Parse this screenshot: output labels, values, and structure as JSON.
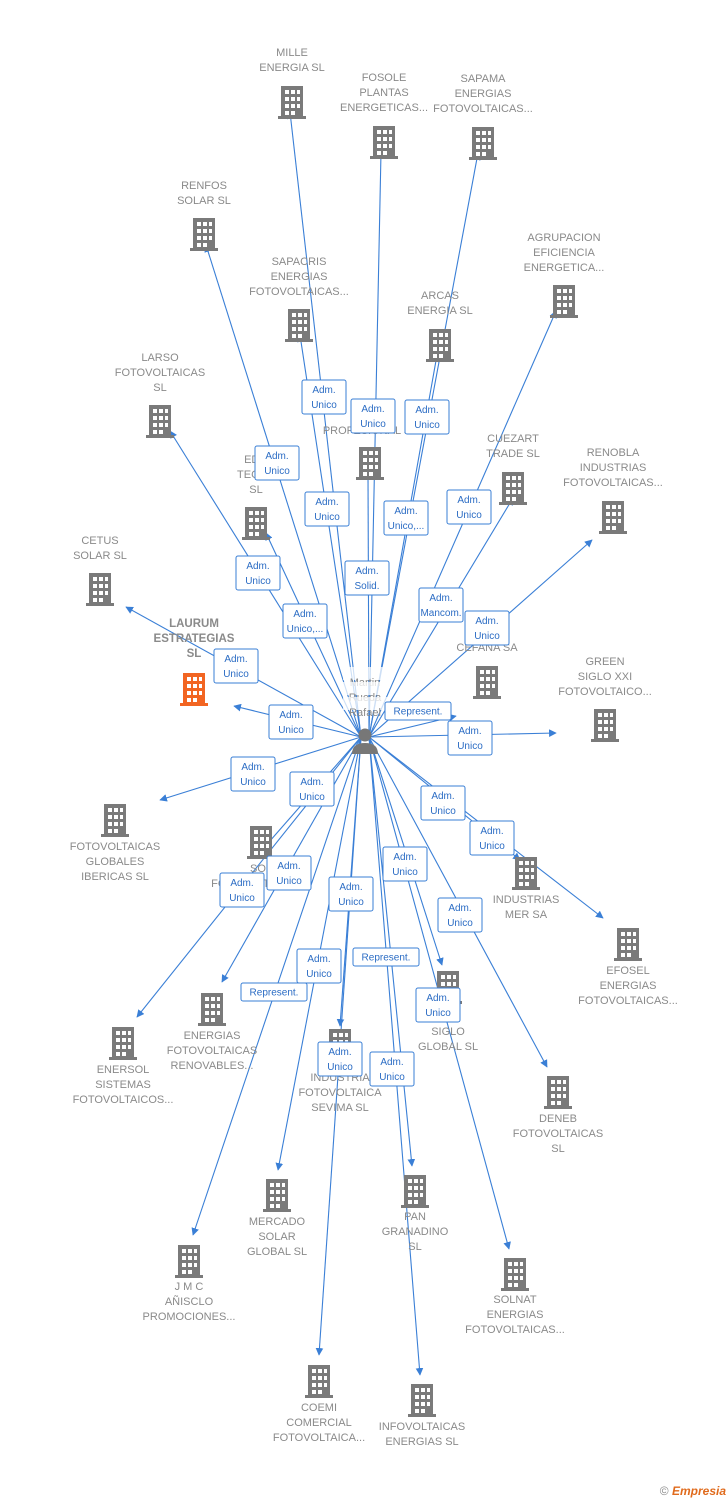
{
  "center": {
    "label_lines": [
      "Martin",
      "Rueda",
      "Rafael"
    ]
  },
  "companies": [
    {
      "id": "mille",
      "lines": [
        "MILLE",
        "ENERGIA  SL"
      ]
    },
    {
      "id": "fosole",
      "lines": [
        "FOSOLE",
        "PLANTAS",
        "ENERGETICAS..."
      ]
    },
    {
      "id": "sapama",
      "lines": [
        "SAPAMA",
        "ENERGIAS",
        "FOTOVOLTAICAS..."
      ]
    },
    {
      "id": "renfos",
      "lines": [
        "RENFOS",
        "SOLAR  SL"
      ]
    },
    {
      "id": "agrupacion",
      "lines": [
        "AGRUPACION",
        "EFICIENCIA",
        "ENERGETICA..."
      ]
    },
    {
      "id": "sapacris",
      "lines": [
        "SAPACRIS",
        "ENERGIAS",
        "FOTOVOLTAICAS..."
      ]
    },
    {
      "id": "arcas",
      "lines": [
        "ARCAS",
        "ENERGIA  SL"
      ]
    },
    {
      "id": "larso",
      "lines": [
        "LARSO",
        "FOTOVOLTAICAS",
        "SL"
      ]
    },
    {
      "id": "co_prof",
      "lines": [
        "CO",
        "PROFESIONAL SL"
      ]
    },
    {
      "id": "cuezart",
      "lines": [
        "CUEZART",
        "TRADE SL"
      ]
    },
    {
      "id": "renobla",
      "lines": [
        "RENOBLA",
        "INDUSTRIAS",
        "FOTOVOLTAICAS..."
      ]
    },
    {
      "id": "edo",
      "lines": [
        "EDO",
        "TECHN",
        "SL"
      ]
    },
    {
      "id": "cetus",
      "lines": [
        "CETUS",
        "SOLAR SL"
      ]
    },
    {
      "id": "laurum",
      "lines": [
        "LAURUM",
        "ESTRATEGIAS",
        "SL"
      ],
      "highlight": true
    },
    {
      "id": "cefana",
      "lines": [
        "CEFANA SA"
      ]
    },
    {
      "id": "green",
      "lines": [
        "GREEN",
        "SIGLO XXI",
        "FOTOVOLTAICO..."
      ]
    },
    {
      "id": "fotoglob",
      "lines": [
        "FOTOVOLTAICAS",
        "GLOBALES",
        "IBERICAS  SL"
      ]
    },
    {
      "id": "sol",
      "lines": [
        "SOL",
        "FOTOVOLTAICAS..."
      ]
    },
    {
      "id": "industrias_mer",
      "lines": [
        "INDUSTRIAS",
        "MER SA"
      ]
    },
    {
      "id": "efosel",
      "lines": [
        "EFOSEL",
        "ENERGIAS",
        "FOTOVOLTAICAS..."
      ]
    },
    {
      "id": "enersol",
      "lines": [
        "ENERSOL",
        "SISTEMAS",
        "FOTOVOLTAICOS..."
      ]
    },
    {
      "id": "energias_fr",
      "lines": [
        "ENERGIAS",
        "FOTOVOLTAICAS",
        "RENOVABLES..."
      ]
    },
    {
      "id": "siglo_global",
      "lines": [
        "E",
        "SIGLO",
        "GLOBAL  SL"
      ]
    },
    {
      "id": "sevima",
      "lines": [
        "INDUSTRIA",
        "FOTOVOLTAICA",
        "SEVIMA  SL"
      ]
    },
    {
      "id": "deneb",
      "lines": [
        "DENEB",
        "FOTOVOLTAICAS",
        "SL"
      ]
    },
    {
      "id": "mercado",
      "lines": [
        "MERCADO",
        "SOLAR",
        "GLOBAL  SL"
      ]
    },
    {
      "id": "pan",
      "lines": [
        "PAN",
        "GRANADINO",
        "SL"
      ]
    },
    {
      "id": "jmc",
      "lines": [
        "J M C",
        "AÑISCLO",
        "PROMOCIONES..."
      ]
    },
    {
      "id": "solnat",
      "lines": [
        "SOLNAT",
        "ENERGIAS",
        "FOTOVOLTAICAS..."
      ]
    },
    {
      "id": "coemi",
      "lines": [
        "COEMI",
        "COMERCIAL",
        "FOTOVOLTAICA..."
      ]
    },
    {
      "id": "infovolt",
      "lines": [
        "INFOVOLTAICAS",
        "ENERGIAS  SL"
      ]
    }
  ],
  "relations": [
    {
      "target": "mille",
      "lines": [
        "Adm.",
        "Unico"
      ]
    },
    {
      "target": "fosole",
      "lines": [
        "Adm.",
        "Unico"
      ]
    },
    {
      "target": "sapama",
      "lines": [
        "Adm.",
        "Unico"
      ]
    },
    {
      "target": "renfos",
      "lines": [
        "Adm.",
        "Unico"
      ]
    },
    {
      "target": "agrupacion",
      "lines": [
        "Adm.",
        "Unico"
      ]
    },
    {
      "target": "sapacris",
      "lines": [
        "Adm.",
        "Unico"
      ]
    },
    {
      "target": "arcas",
      "lines": [
        "Adm.",
        "Unico,..."
      ]
    },
    {
      "target": "larso",
      "lines": [
        "Adm.",
        "Unico"
      ]
    },
    {
      "target": "co_prof",
      "lines": [
        "Adm.",
        "Solid."
      ]
    },
    {
      "target": "cuezart",
      "lines": [
        "Adm.",
        "Mancom."
      ]
    },
    {
      "target": "renobla",
      "lines": [
        "Adm.",
        "Unico"
      ]
    },
    {
      "target": "edo",
      "lines": [
        "Adm.",
        "Unico,..."
      ]
    },
    {
      "target": "cetus",
      "lines": [
        "Adm.",
        "Unico"
      ]
    },
    {
      "target": "laurum",
      "lines": [
        "Adm.",
        "Unico"
      ]
    },
    {
      "target": "cefana",
      "lines": [
        "Represent."
      ]
    },
    {
      "target": "green",
      "lines": [
        "Adm.",
        "Unico"
      ]
    },
    {
      "target": "fotoglob",
      "lines": [
        "Adm.",
        "Unico"
      ]
    },
    {
      "target": "sol",
      "lines": [
        "Adm.",
        "Unico"
      ]
    },
    {
      "target": "industrias_mer",
      "lines": [
        "Adm.",
        "Unico"
      ]
    },
    {
      "target": "efosel",
      "lines": [
        "Adm.",
        "Unico"
      ]
    },
    {
      "target": "enersol",
      "lines": [
        "Adm.",
        "Unico"
      ]
    },
    {
      "target": "energias_fr",
      "lines": [
        "Adm.",
        "Unico"
      ]
    },
    {
      "target": "siglo_global",
      "lines": [
        "Adm.",
        "Unico"
      ]
    },
    {
      "target": "sevima",
      "lines": [
        "Adm.",
        "Unico"
      ]
    },
    {
      "target": "deneb",
      "lines": [
        "Adm.",
        "Unico"
      ]
    },
    {
      "target": "mercado",
      "lines": [
        "Adm.",
        "Unico"
      ]
    },
    {
      "target": "pan",
      "lines": [
        "Represent."
      ]
    },
    {
      "target": "jmc",
      "lines": [
        "Represent."
      ]
    },
    {
      "target": "solnat",
      "lines": [
        "Adm.",
        "Unico"
      ]
    },
    {
      "target": "coemi",
      "lines": [
        "Adm.",
        "Unico"
      ]
    },
    {
      "target": "infovolt",
      "lines": [
        "Adm.",
        "Unico"
      ]
    }
  ],
  "footer": {
    "copyright_symbol": "©",
    "brand": "Empresia"
  },
  "colors": {
    "edge": "#3a7fd6",
    "building": "#7a7a7a",
    "highlight_building": "#f26522",
    "label": "#8a8a8a"
  },
  "icons": {
    "company": "building-icon",
    "person": "person-icon"
  }
}
